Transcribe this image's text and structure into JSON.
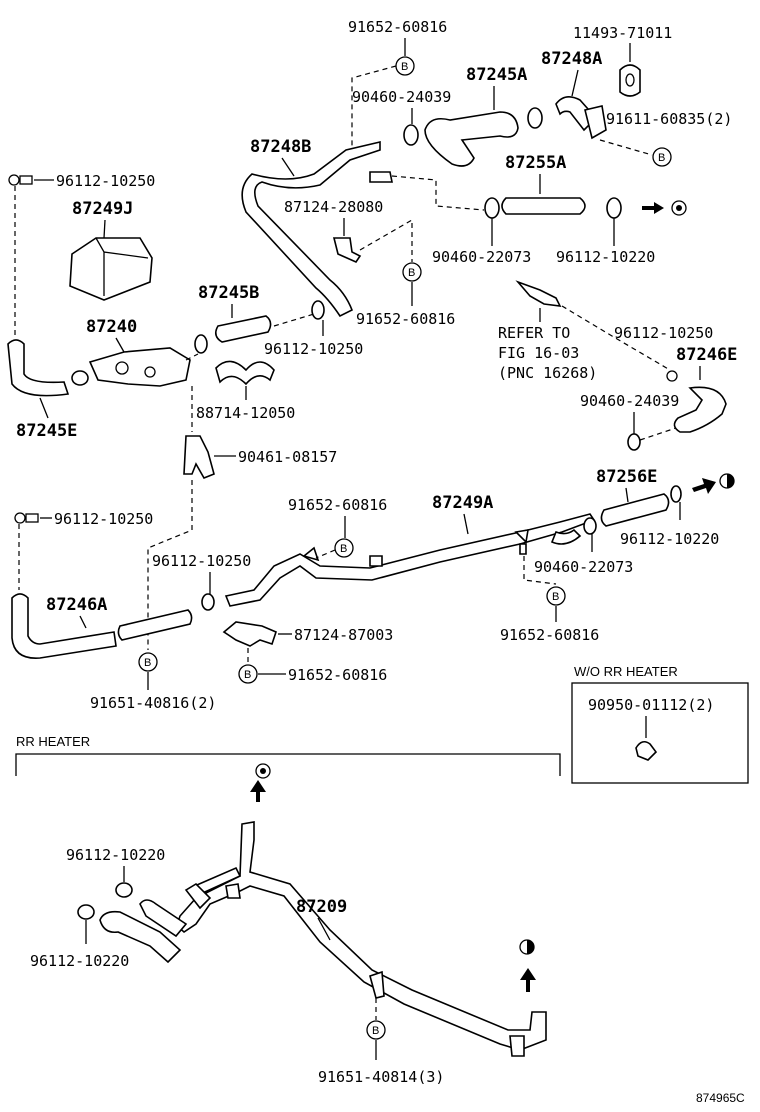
{
  "labels": {
    "p_91652_60816_top": "91652-60816",
    "p_11493_71011": "11493-71011",
    "p_87248A": "87248A",
    "p_87245A": "87245A",
    "p_90460_24039_top": "90460-24039",
    "p_91611_60835": "91611-60835(2)",
    "p_87248B": "87248B",
    "p_87255A": "87255A",
    "p_96112_10250_topleft": "96112-10250",
    "p_87249J": "87249J",
    "p_87124_28080": "87124-28080",
    "p_90460_22073_top": "90460-22073",
    "p_96112_10220_top": "96112-10220",
    "p_87245B": "87245B",
    "p_91652_60816_mid": "91652-60816",
    "p_87240": "87240",
    "p_96112_10250_mid": "96112-10250",
    "p_refer": "REFER TO",
    "p_fig": "FIG 16-03",
    "p_pnc": "(PNC 16268)",
    "p_96112_10250_right": "96112-10250",
    "p_87246E": "87246E",
    "p_87245E": "87245E",
    "p_88714_12050": "88714-12050",
    "p_90460_24039_right": "90460-24039",
    "p_90461_08157": "90461-08157",
    "p_87256E": "87256E",
    "p_96112_10250_left2": "96112-10250",
    "p_91652_60816_c": "91652-60816",
    "p_87249A": "87249A",
    "p_96112_10220_right": "96112-10220",
    "p_96112_10250_c": "96112-10250",
    "p_90460_22073_right": "90460-22073",
    "p_87246A": "87246A",
    "p_87124_87003": "87124-87003",
    "p_91652_60816_right": "91652-60816",
    "p_91652_60816_low": "91652-60816",
    "p_91651_40816": "91651-40816(2)",
    "p_wo_rr_heater": "W/O RR HEATER",
    "p_90950_01112": "90950-01112(2)",
    "p_rr_heater": "RR HEATER",
    "p_96112_10220_rr1": "96112-10220",
    "p_87209": "87209",
    "p_96112_10220_rr2": "96112-10220",
    "p_91651_40814": "91651-40814(3)",
    "figure_id": "874965C",
    "circle_b": "B"
  }
}
